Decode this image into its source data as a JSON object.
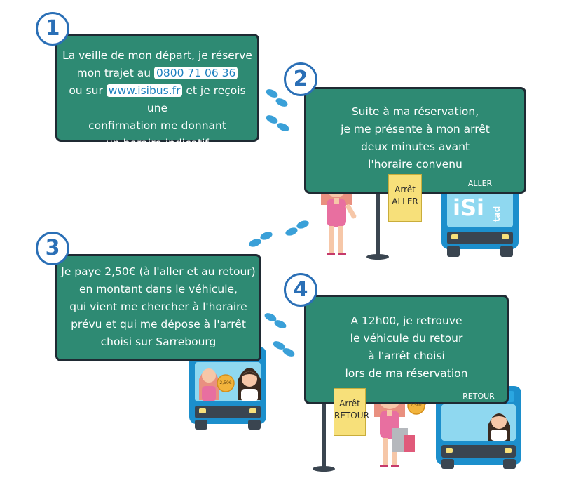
{
  "steps": [
    {
      "number": "1",
      "lines": [
        "La veille de mon départ, je réserve",
        "mon trajet au ",
        "ou sur ",
        "confirmation me donnant",
        "un horaire indicatif"
      ],
      "phone": "0800 71 06 36",
      "website": "www.isibus.fr",
      "after_website": " et je reçois une"
    },
    {
      "number": "2",
      "lines": [
        "Suite à ma réservation,",
        "je me présente à mon arrêt",
        "deux minutes avant",
        "l'horaire convenu"
      ]
    },
    {
      "number": "3",
      "lines": [
        "Je paye 2,50€ (à l'aller et au retour)",
        "en montant dans le véhicule,",
        "qui vient me chercher à l'horaire",
        "prévu et qui me dépose à l'arrêt",
        "choisi sur Sarrebourg"
      ]
    },
    {
      "number": "4",
      "lines": [
        "A 12h00, je retrouve",
        "le véhicule du retour",
        "à l'arrêt choisi",
        "lors de ma réservation"
      ]
    }
  ],
  "signs": {
    "aller": [
      "Arrêt",
      "ALLER"
    ],
    "retour": [
      "Arrêt",
      "RETOUR"
    ]
  },
  "bus_labels": {
    "aller": "ALLER",
    "retour": "RETOUR"
  },
  "logo": {
    "main": "iSi",
    "sub": "tad"
  },
  "coin_label": "2,50€",
  "colors": {
    "panel": "#2e8a73",
    "border": "#1f2a33",
    "badge": "#2a6fb6",
    "bus": "#1c8fcc",
    "sign": "#f7e07a",
    "footprints": "#3aa0d8"
  }
}
